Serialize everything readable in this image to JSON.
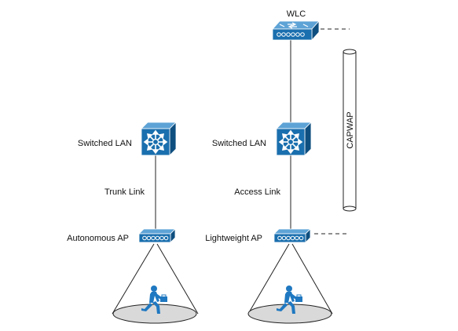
{
  "left": {
    "switch_label": "Switched LAN",
    "link_label": "Trunk Link",
    "ap_label": "Autonomous AP"
  },
  "right": {
    "wlc_label": "WLC",
    "switch_label": "Switched LAN",
    "link_label": "Access Link",
    "ap_label": "Lightweight AP",
    "tunnel_label": "CAPWAP"
  },
  "colors": {
    "device_blue": "#1a6fae",
    "device_blue_dark": "#0f4f80",
    "device_blue_light": "#5ea3d6",
    "person_blue": "#1f78c1",
    "coverage_fill": "#d9d9d9"
  },
  "icons": {
    "switch": "multilayer-switch-icon",
    "ap": "access-point-icon",
    "wlc": "wireless-lan-controller-icon",
    "user": "mobile-user-icon"
  }
}
